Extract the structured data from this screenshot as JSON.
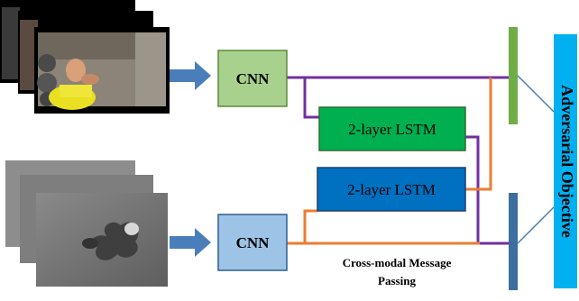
{
  "rgb_cnn": {
    "label": "CNN"
  },
  "flow_cnn": {
    "label": "CNN"
  },
  "lstm_top": {
    "label": "2-layer LSTM"
  },
  "lstm_bottom": {
    "label": "2-layer LSTM"
  },
  "cross_modal": {
    "line1": "Cross-modal Message",
    "line2": "Passing"
  },
  "objective": {
    "label": "Adversarial Objective"
  },
  "colors": {
    "rgb_cnn_fill": "#a9d18e",
    "flow_cnn_fill": "#9dc3e6",
    "lstm_top_fill": "#00b050",
    "lstm_bottom_fill": "#0070c0",
    "purple_path": "#7030a0",
    "orange_path": "#ed7d31",
    "arrow": "#4a7ebb",
    "green_bar": "#70ad47",
    "blue_bar": "#3c6e9f",
    "objective_fill": "#00b0f0"
  }
}
